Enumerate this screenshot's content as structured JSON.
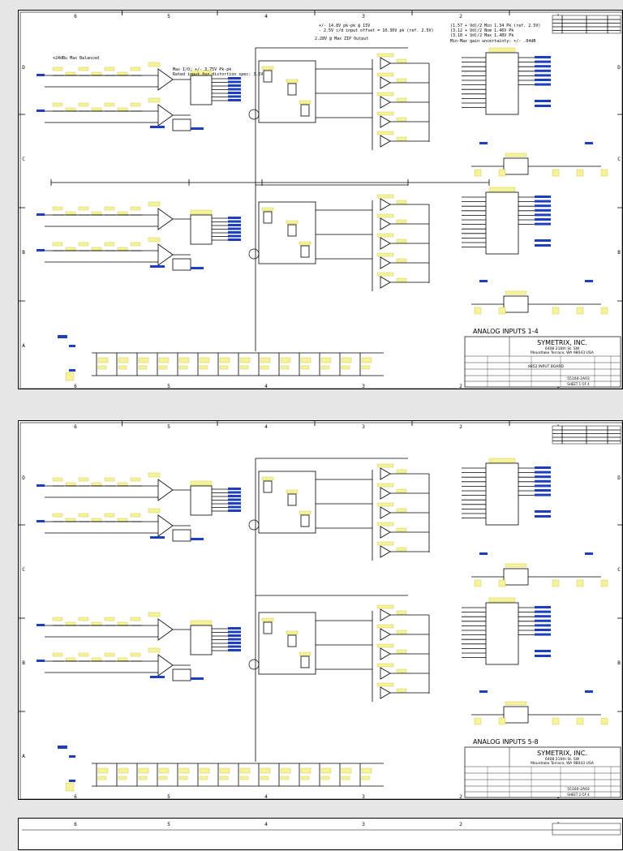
{
  "zones_top": [
    "6",
    "5",
    "4",
    "3",
    "2",
    "1"
  ],
  "zones_side": [
    "D",
    "C",
    "B",
    "A"
  ],
  "colors": {
    "paper": "#ffffff",
    "background": "#e6e6e6",
    "ink": "#000000",
    "highlight": "#f6f39a",
    "net_label": "#1d3fbf"
  },
  "sheets": [
    {
      "title": "ANALOG INPUTS 1-4",
      "company": "SYMETRIX, INC.",
      "address1": "6408 216th St. SW",
      "address2": "Mountlake Terrace, WA 98043 USA",
      "board": "8852 INPUT BOARD",
      "doc_no": "55160-2A03",
      "sheet_label": "SHEET 1 OF 4",
      "notes": {
        "level": "+24dBu Max Balanced",
        "swing": "Max I/O: +/- 3.75V Pk-pk",
        "distortion": "Rated input for distortion spec: 3.5V",
        "fullscale": "+/- 14.8V pk-pk @ 15V",
        "offset": "- 2.5V c/d input offset = 10.30V pk (ref. 2.5V)",
        "output": "2.28V @ Max ZIP Output",
        "table1": "(1.57 + Vd)/2 Min   1.34 Pk (ref. 2.5V)",
        "table2": "(3.12 + Vd)/2 Nom   1.46V Pk",
        "table3": "(3.18 + Vd)/2 Max   1.48V Pk",
        "tolerance": "Min-Max gain uncertainty: +/- .04dB"
      }
    },
    {
      "title": "ANALOG INPUTS 5-8",
      "company": "SYMETRIX, INC.",
      "address1": "6408 216th St. SW",
      "address2": "Mountlake Terrace, WA 98043 USA",
      "board": "",
      "doc_no": "55160-2A03",
      "sheet_label": "SHEET 2 OF 4",
      "notes": {}
    }
  ]
}
